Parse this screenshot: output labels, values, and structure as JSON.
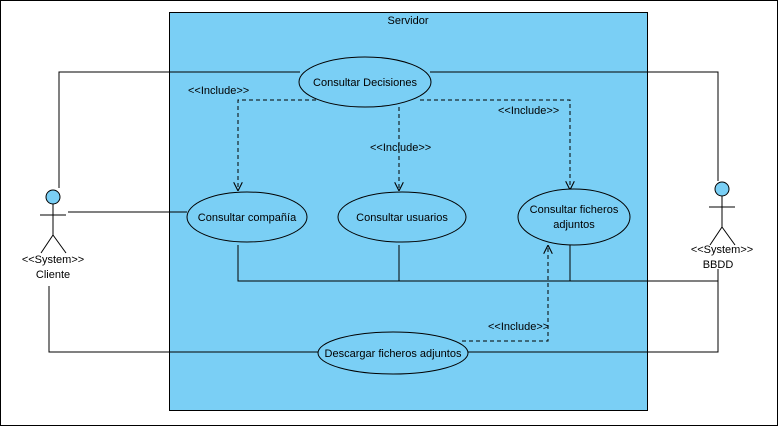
{
  "system_boundary": {
    "title": "Servidor",
    "fill": "#7acff5"
  },
  "actors": {
    "cliente": {
      "stereotype": "<<System>>",
      "name": "Cliente"
    },
    "bbdd": {
      "stereotype": "<<System>>",
      "name": "BBDD"
    }
  },
  "use_cases": {
    "decisiones": {
      "label": "Consultar Decisiones"
    },
    "compania": {
      "label": "Consultar compañía"
    },
    "usuarios": {
      "label": "Consultar usuarios"
    },
    "ficheros": {
      "label_line1": "Consultar ficheros",
      "label_line2": "adjuntos"
    },
    "descargar": {
      "label": "Descargar ficheros adjuntos"
    }
  },
  "include_labels": {
    "to_compania": "<<Include>>",
    "to_usuarios": "<<Include>>",
    "to_ficheros": "<<Include>>",
    "descargar_to_ficheros": "<<Include>>"
  },
  "colors": {
    "border": "#000000",
    "usecase_fill": "#7acff5",
    "actor_head": "#7acff5"
  }
}
